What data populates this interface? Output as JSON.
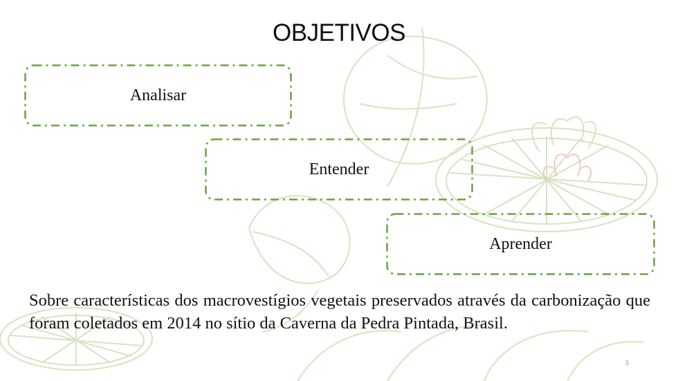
{
  "slide": {
    "title": "OBJETIVOS",
    "objectives": [
      {
        "label": "Analisar"
      },
      {
        "label": "Entender"
      },
      {
        "label": "Aprender"
      }
    ],
    "body": "Sobre características dos macrovestígios vegetais preservados através da carbonização que foram coletados em 2014 no sítio da Caverna da Pedra Pintada, Brasil.",
    "page_number": "3"
  },
  "colors": {
    "border": "#6aa23c",
    "leaf_line": "#c7dcaa",
    "flower": "#f3b8ac"
  },
  "icons": [
    "water-lily-leaf-icon",
    "lotus-flower-icon"
  ]
}
